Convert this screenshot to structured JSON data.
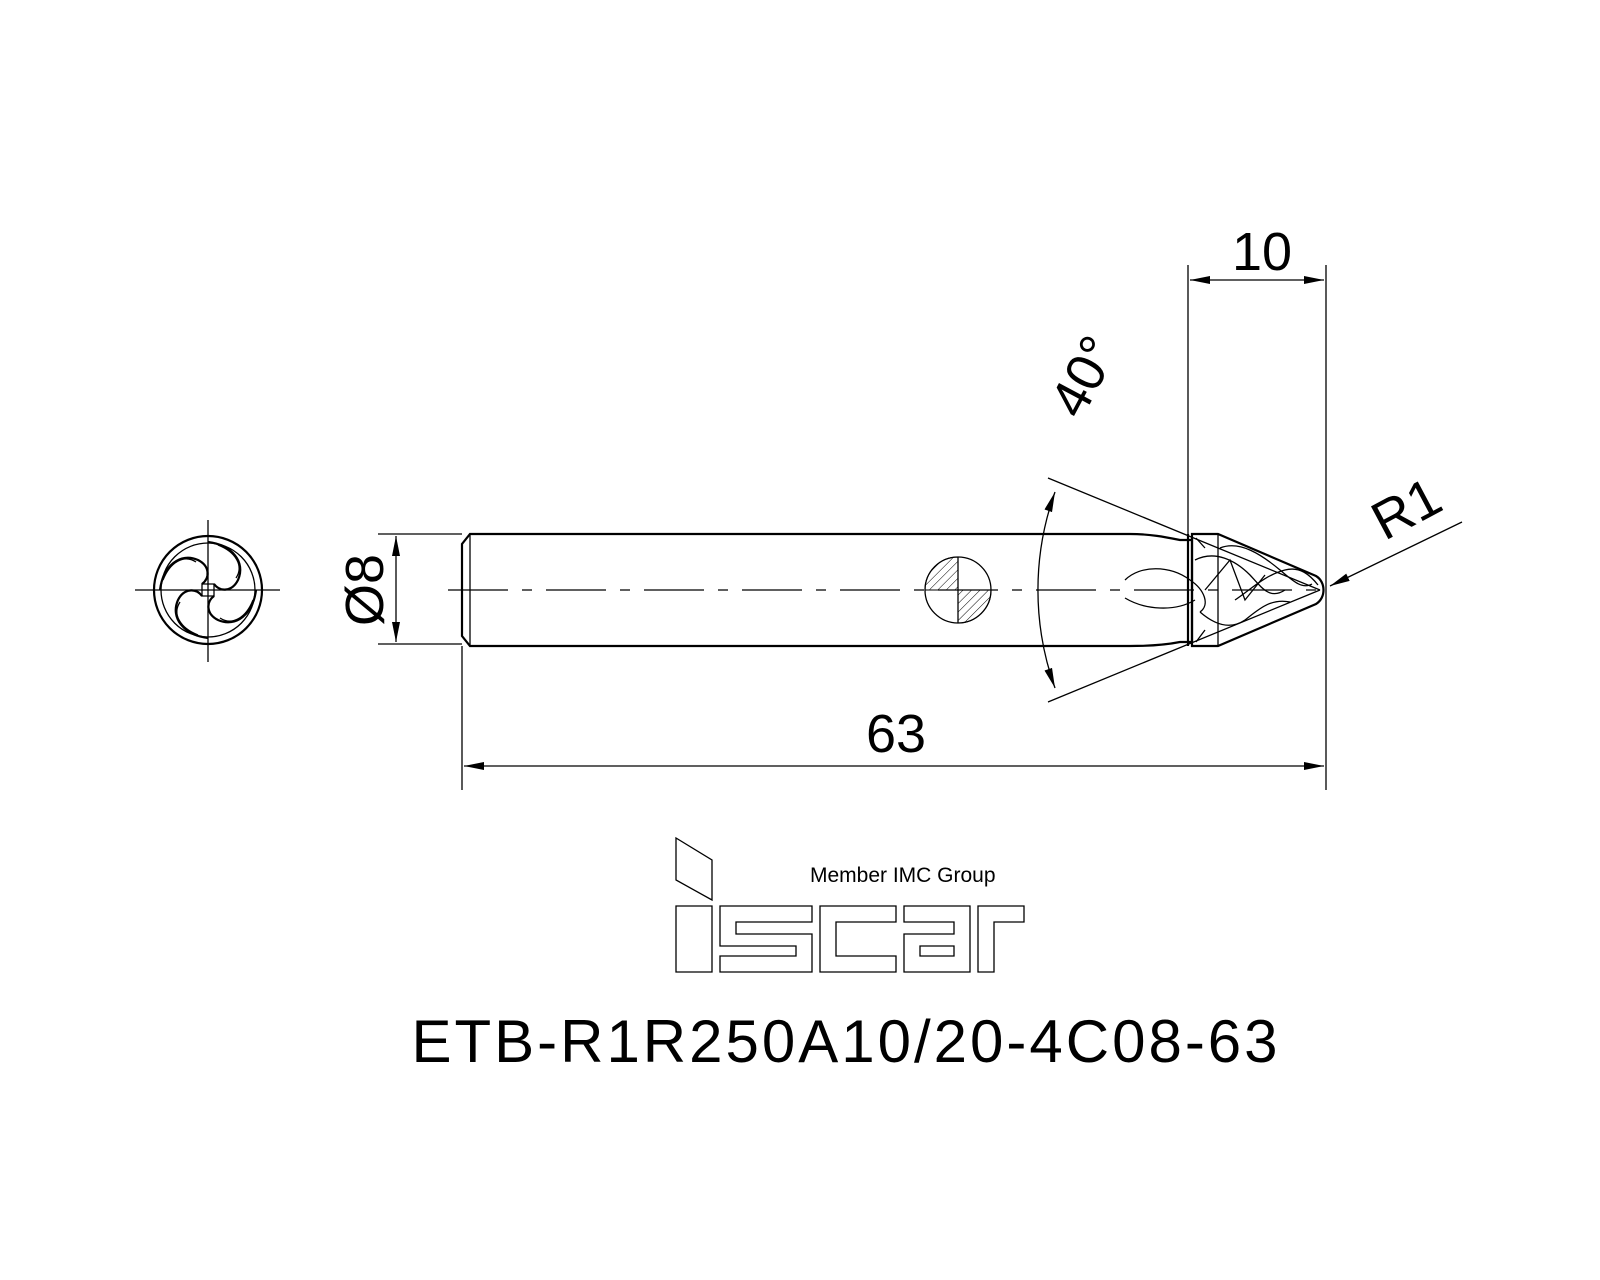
{
  "dimensions": {
    "length_total": "63",
    "length_cut": "10",
    "diameter": "Ø8",
    "angle": "40°",
    "radius": "R1"
  },
  "logo": {
    "brand_wordmark": "iscar",
    "tagline": "Member IMC Group"
  },
  "part_code": "ETB-R1R250A10/20-4C08-63",
  "colors": {
    "ink": "#000000",
    "paper": "#ffffff"
  }
}
